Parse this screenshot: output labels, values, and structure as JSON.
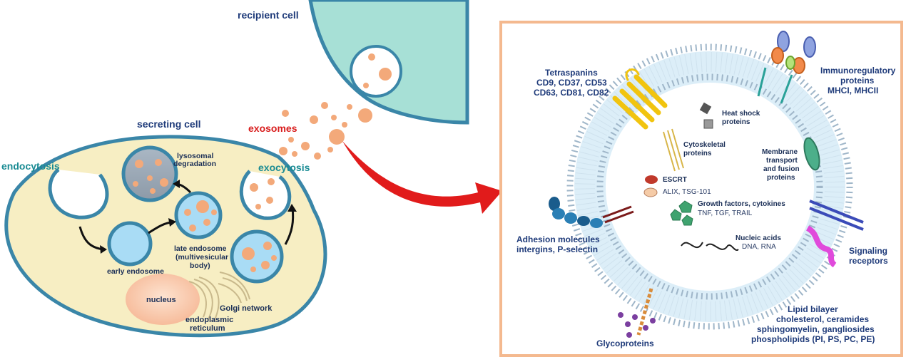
{
  "left_panel": {
    "recipient_cell": "recipient cell",
    "secreting_cell": "secreting cell",
    "endocytosis": "endocytosis",
    "exocytosis": "exocytosis",
    "exosomes": "exosomes",
    "lysosomal_degradation": [
      "lysosomal",
      "degradation"
    ],
    "early_endosome": "early endosome",
    "late_endosome": [
      "late endosome",
      "(multivesicular",
      "body)"
    ],
    "nucleus": "nucleus",
    "golgi": "Golgi network",
    "er": [
      "endoplasmic",
      "reticulum"
    ]
  },
  "right_panel": {
    "tetraspanins": [
      "Tetraspanins",
      "CD9, CD37, CD53",
      "CD63, CD81, CD82"
    ],
    "immunoregulatory": [
      "Immunoregulatory",
      "proteins",
      "MHCI, MHCII"
    ],
    "heat_shock": [
      "Heat shock",
      "proteins"
    ],
    "cytoskeletal": [
      "Cytoskeletal",
      "proteins"
    ],
    "membrane_transport": [
      "Membrane",
      "transport",
      "and fusion",
      "proteins"
    ],
    "escrt_title": "ESCRT",
    "escrt_sub": "ALIX, TSG-101",
    "growth_title": "Growth factors, cytokines",
    "growth_sub": "TNF, TGF, TRAIL",
    "nucleic_title": "Nucleic acids",
    "nucleic_sub": "DNA, RNA",
    "adhesion": [
      "Adhesion molecules",
      "intergins, P-selectin"
    ],
    "signaling": [
      "Signaling",
      "receptors"
    ],
    "glycoproteins": "Glycoproteins",
    "lipid": [
      "Lipid bilayer",
      "cholesterol, ceramides",
      "sphingomyelin, gangliosides",
      "phospholipids (PI, PS, PC, PE)"
    ]
  },
  "colors": {
    "navy": "#1f3b7a",
    "teal": "#198b93",
    "red": "#d81c1c",
    "cell_fill": "#f7eec3",
    "cell_border": "#3a86a8",
    "recipient_fill": "#a7e0d6",
    "exosome": "#f3a97a",
    "frame": "#f4b98f"
  }
}
